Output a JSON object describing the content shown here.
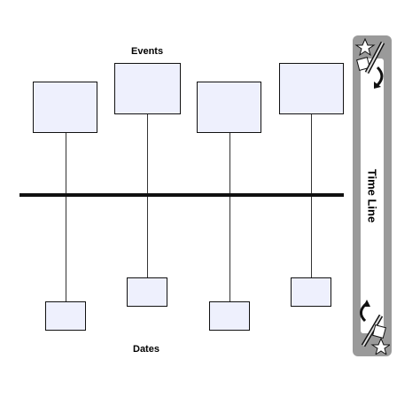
{
  "diagram": {
    "events_label": "Events",
    "dates_label": "Dates",
    "sidebar_title": "Time Line",
    "colors": {
      "box_fill": "#eef0fd",
      "sidebar": "#9a9a9a",
      "line": "#111111"
    },
    "icons": [
      "pencil-star-arrow-icon",
      "pencil-star-arrow-icon"
    ]
  }
}
